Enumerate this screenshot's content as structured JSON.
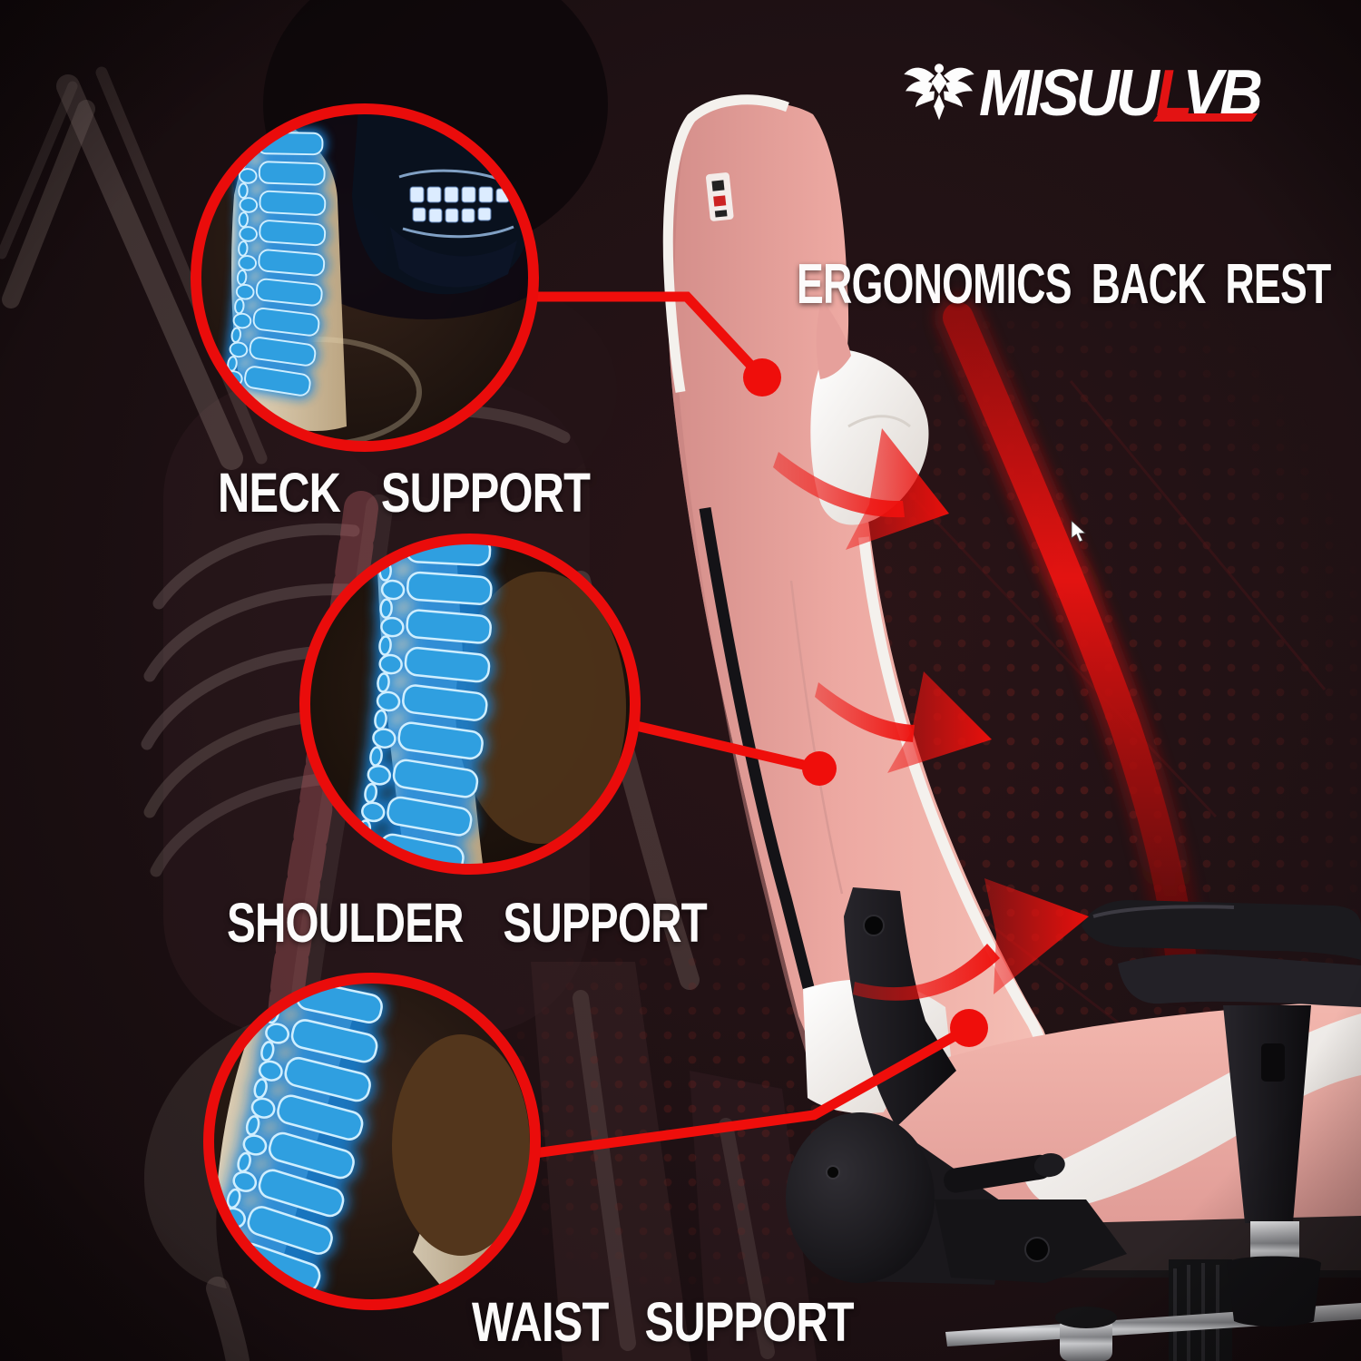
{
  "page": {
    "type": "gaming-chair-product-infographic"
  },
  "brand": {
    "name": "MISUULVB",
    "logo_white_1": "MISUU",
    "logo_red": "L",
    "logo_white_2": "VB"
  },
  "labels": {
    "backrest": "ERGONOMICS BACK REST",
    "neck": "NECK SUPPORT",
    "shoulder": "SHOULDER SUPPORT",
    "waist": "WAIST SUPPORT"
  },
  "icons": {
    "brand": "eagle-emblem-icon",
    "cursor": "mouse-cursor-icon",
    "arrows": "red-swoosh-arrow-icon",
    "callout_rings": "magnifier-circle-icon"
  },
  "colors": {
    "background": "#1b1013",
    "accent_red": "#ee0f0b",
    "chair_pink": "#eca9a2",
    "piping_white": "#f2efec",
    "xray_blue": "#3fa9e8",
    "bone_beige": "#e3d2b4",
    "black_parts": "#17161a"
  }
}
